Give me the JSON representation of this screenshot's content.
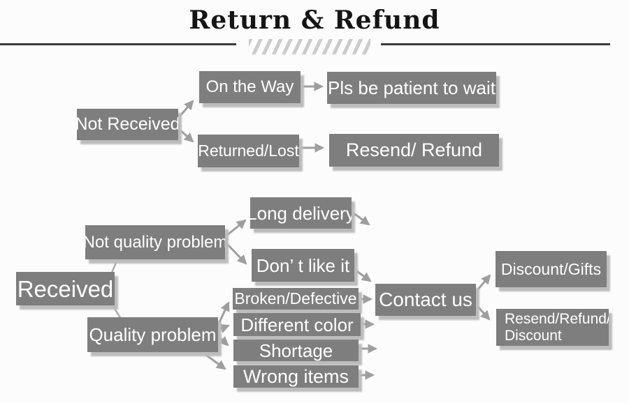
{
  "title": "Return & Refund",
  "nodes": {
    "not_received": {
      "label": "Not Received"
    },
    "on_the_way": {
      "label": "On the Way"
    },
    "pls_wait": {
      "label": "Pls be patient to wait"
    },
    "returned_lost": {
      "label": "Returned/Lost"
    },
    "resend_refund": {
      "label": "Resend/ Refund"
    },
    "received": {
      "label": "Received"
    },
    "not_quality_problem": {
      "label": "Not quality problem"
    },
    "quality_problem": {
      "label": "Quality problem"
    },
    "long_delivery": {
      "label": "Long delivery"
    },
    "dont_like_it": {
      "label": "Don’ t like it"
    },
    "broken_defective": {
      "label": "Broken/Defective"
    },
    "different_color": {
      "label": "Different color"
    },
    "shortage": {
      "label": "Shortage"
    },
    "wrong_items": {
      "label": "Wrong items"
    },
    "contact_us": {
      "label": "Contact us"
    },
    "discount_gifts": {
      "label": "Discount/Gifts"
    },
    "resend_refund_discount": {
      "line1": "Resend/Refund/",
      "line2": "Discount"
    }
  },
  "edges": [
    {
      "from": "Not Received",
      "to": "On the Way"
    },
    {
      "from": "Not Received",
      "to": "Returned/Lost"
    },
    {
      "from": "On the Way",
      "to": "Pls be patient to wait"
    },
    {
      "from": "Returned/Lost",
      "to": "Resend/ Refund"
    },
    {
      "from": "Received",
      "to": "Not quality problem"
    },
    {
      "from": "Received",
      "to": "Quality problem"
    },
    {
      "from": "Not quality problem",
      "to": "Long delivery"
    },
    {
      "from": "Not quality problem",
      "to": "Don’ t like it"
    },
    {
      "from": "Long delivery",
      "to": "Contact us"
    },
    {
      "from": "Don’ t like it",
      "to": "Contact us"
    },
    {
      "from": "Quality problem",
      "to": "Broken/Defective"
    },
    {
      "from": "Quality problem",
      "to": "Different color"
    },
    {
      "from": "Quality problem",
      "to": "Shortage"
    },
    {
      "from": "Quality problem",
      "to": "Wrong items"
    },
    {
      "from": "Broken/Defective",
      "to": "Contact us"
    },
    {
      "from": "Different color",
      "to": "Contact us"
    },
    {
      "from": "Shortage",
      "to": "Contact us"
    },
    {
      "from": "Wrong items",
      "to": "Contact us"
    },
    {
      "from": "Contact us",
      "to": "Discount/Gifts"
    },
    {
      "from": "Contact us",
      "to": "Resend/Refund/Discount"
    }
  ],
  "colors": {
    "background": "#fcfcfc",
    "node_bg": "#7e7e7e",
    "node_text": "#ffffff",
    "node_shadow": "#bcbcbc",
    "arrow": "#9e9e9e",
    "rule": "#3a3a3a",
    "hatch": "#cbcbcb",
    "title_text": "#151515"
  }
}
